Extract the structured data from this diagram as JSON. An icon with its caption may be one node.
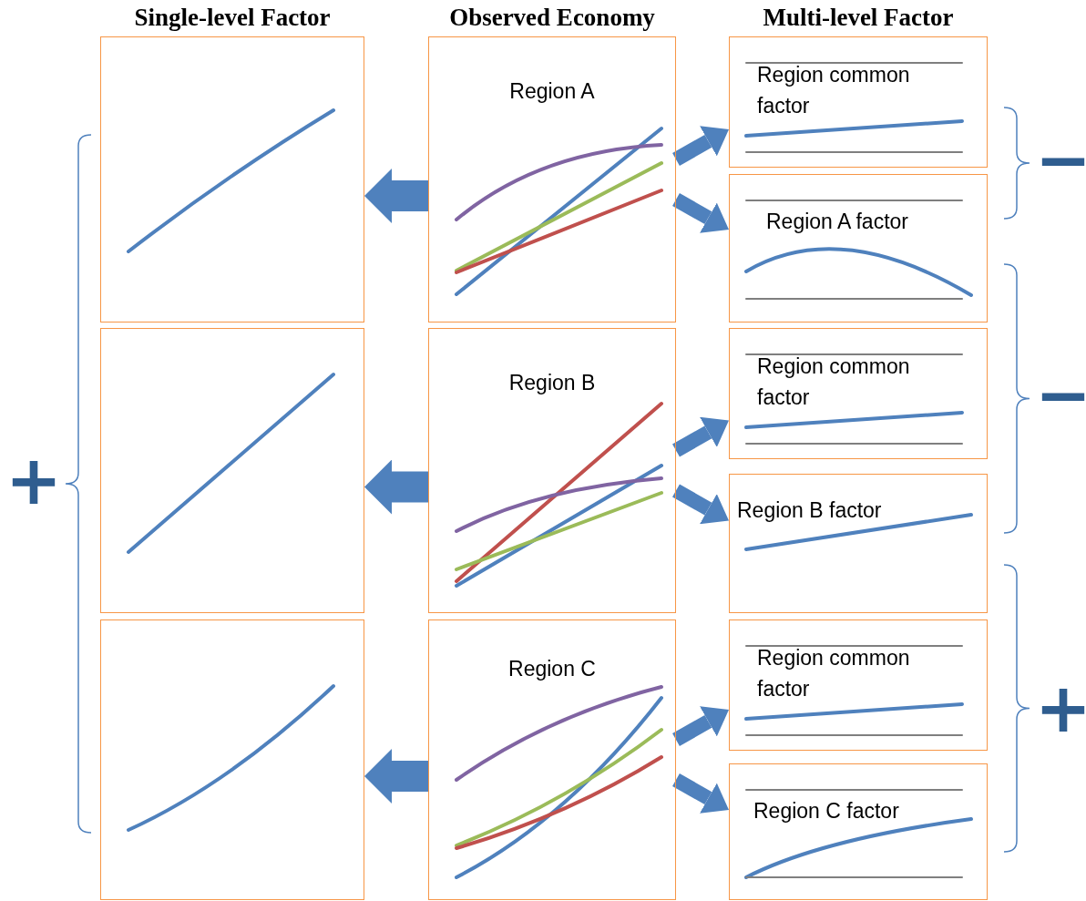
{
  "diagram": {
    "nodes": [
      {
        "text": [],
        "shape": "box"
      },
      {
        "text": [],
        "shape": "box"
      },
      {
        "text": [],
        "shape": "box"
      },
      {
        "text": [
          "Region A"
        ]
      },
      {
        "text": [
          "Region B"
        ]
      },
      {
        "text": [
          "Region C"
        ]
      },
      {
        "text": [
          "Region common factor"
        ]
      },
      {
        "text": [
          "Region A factor"
        ]
      },
      {
        "text": [
          "Region common factor"
        ]
      },
      {
        "text": [
          "Region B factor"
        ]
      },
      {
        "text": [
          "Region common factor"
        ]
      },
      {
        "text": [
          "Region C factor"
        ]
      }
    ],
    "edges": [
      {
        "from": 3,
        "to": 0,
        "arrow": "to",
        "style": "thick"
      },
      {
        "from": 3,
        "to": 6,
        "arrow": "to"
      },
      {
        "from": 3,
        "to": 7,
        "arrow": "to"
      },
      {
        "from": 4,
        "to": 1,
        "arrow": "to",
        "style": "thick"
      },
      {
        "from": 4,
        "to": 8,
        "arrow": "to"
      },
      {
        "from": 4,
        "to": 9,
        "arrow": "to"
      },
      {
        "from": 5,
        "to": 2,
        "arrow": "to",
        "style": "thick"
      },
      {
        "from": 5,
        "to": 10,
        "arrow": "to"
      },
      {
        "from": 5,
        "to": 11,
        "arrow": "to"
      }
    ],
    "labels": [
      "Single-level Factor",
      "Observed Economy",
      "Multi-level Factor",
      "+",
      "−",
      "−",
      "+"
    ]
  }
}
